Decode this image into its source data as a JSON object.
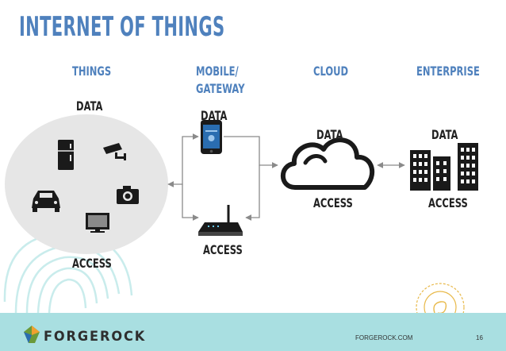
{
  "title": "Internet of Things",
  "columns": {
    "things": "Things",
    "mobile_line1": "Mobile/",
    "mobile_line2": "Gateway",
    "cloud": "Cloud",
    "enterprise": "Enterprise"
  },
  "labels": {
    "things_data": "Data",
    "things_access": "Access",
    "mobile_data": "Data",
    "gateway_access": "Access",
    "cloud_data": "Data",
    "cloud_access": "Access",
    "enterprise_data": "Data",
    "enterprise_access": "Access"
  },
  "icons": [
    "fridge-icon",
    "security-camera-icon",
    "car-icon",
    "camera-icon",
    "monitor-icon",
    "smartphone-icon",
    "router-icon",
    "cloud-icon",
    "office-buildings-icon"
  ],
  "colors": {
    "accent": "#4f81bd",
    "footer": "#a9dfe1",
    "stamp": "#e8b94a"
  },
  "footer": {
    "brand": "FORGEROCK",
    "url": "FORGEROCK.COM",
    "page": "16"
  }
}
